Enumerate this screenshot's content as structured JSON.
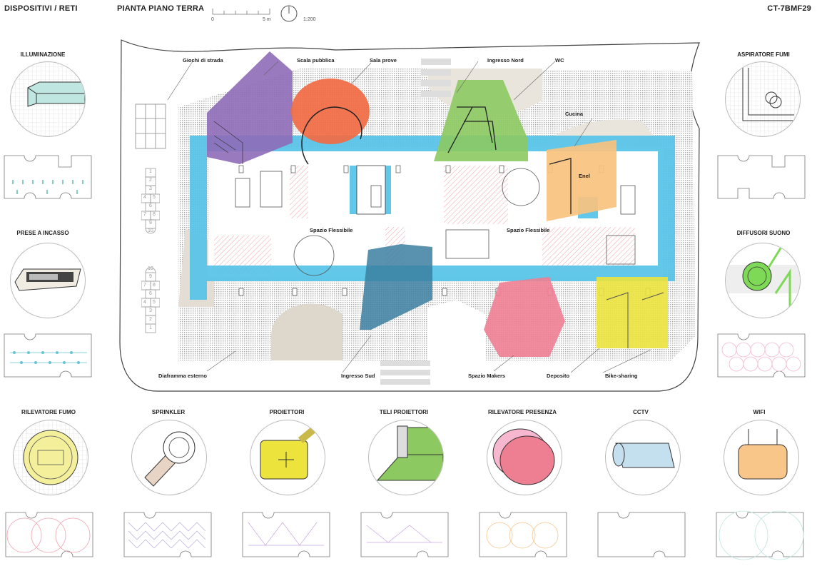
{
  "header": {
    "left": "DISPOSITIVI / RETI",
    "title": "PIANTA PIANO TERRA",
    "code": "CT-7BMF29",
    "scale": {
      "zero": "0",
      "five": "5 m",
      "ratio": "1:200"
    }
  },
  "devices": {
    "illuminazione": "ILLUMINAZIONE",
    "prese": "PRESE A INCASSO",
    "aspiratore": "ASPIRATORE FUMI",
    "diffusori": "DIFFUSORI SUONO",
    "fumo": "RILEVATORE FUMO",
    "sprinkler": "SPRINKLER",
    "proiettori": "PROIETTORI",
    "teli": "TELI PROIETTORI",
    "presenza": "RILEVATORE PRESENZA",
    "cctv": "CCTV",
    "wifi": "WIFI"
  },
  "callouts": {
    "giochi": "Giochi di strada",
    "scala": "Scala pubblica",
    "sala": "Sala prove",
    "ingresso_nord": "Ingresso Nord",
    "wc": "WC",
    "cucina": "Cucina",
    "enel": "Enel",
    "flex1": "Spazio Flessibile",
    "flex2": "Spazio Flessibile",
    "diaframma": "Diaframma esterno",
    "ingresso_sud": "Ingresso Sud",
    "makers": "Spazio Makers",
    "deposito": "Deposito",
    "bike": "Bike-sharing"
  },
  "hopscotch_top": [
    "1",
    "2",
    "3",
    "4",
    "5",
    "6",
    "7",
    "8",
    "9",
    "10"
  ],
  "hopscotch_bottom": [
    "1",
    "2",
    "3",
    "4",
    "5",
    "6",
    "7",
    "8",
    "9",
    "10"
  ],
  "colors": {
    "blue": "#55c3e8",
    "purple": "#8e6bb8",
    "orange": "#f26a43",
    "green": "#8cc960",
    "peach": "#f8c27e",
    "pink": "#ee7f93",
    "yellow": "#ece33d",
    "teal": "#bfe6e0",
    "lime": "#7ed957",
    "lightyellow": "#f4ef9a",
    "lightblue": "#c4dfee",
    "paleorange": "#f9c68a",
    "pinklight": "#f6b7cf"
  }
}
